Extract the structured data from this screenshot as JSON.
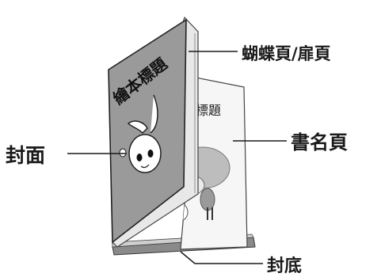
{
  "labels": {
    "endpaper": "蝴蝶頁/扉頁",
    "title_page": "書名頁",
    "front_cover": "封面",
    "back_cover": "封底"
  },
  "book": {
    "cover_title": "繪本標題",
    "title_page_heading": "標題"
  },
  "colors": {
    "cover": "#9a9a9a",
    "page": "#f4f4f4",
    "line": "#1a1a1a"
  }
}
